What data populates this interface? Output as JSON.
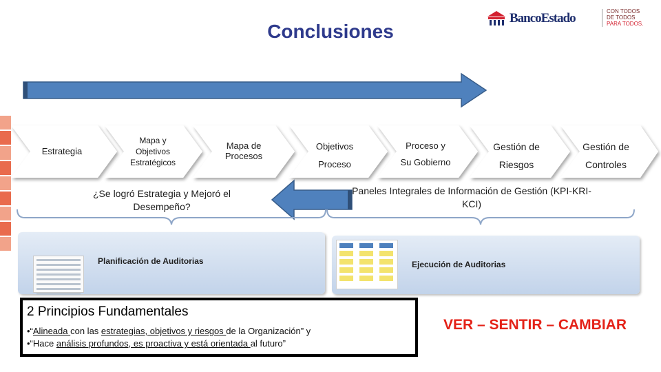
{
  "slide": {
    "title": "Conclusiones"
  },
  "logo": {
    "name": "BancoEstado",
    "tagline": [
      "CON TODOS",
      "DE TODOS",
      "PARA TODOS."
    ]
  },
  "process_steps": [
    {
      "lines": [
        "Estrategia"
      ]
    },
    {
      "lines": [
        "Mapa y",
        "Objetivos",
        "Estratégicos"
      ]
    },
    {
      "lines": [
        "Mapa de",
        "Procesos"
      ]
    },
    {
      "lines": [
        "Objetivos",
        "Proceso"
      ]
    },
    {
      "lines": [
        "Proceso y",
        "Su Gobierno"
      ]
    },
    {
      "lines": [
        "Gestión de",
        "Riesgos"
      ]
    },
    {
      "lines": [
        "Gestión de",
        "Controles"
      ]
    }
  ],
  "question": "¿Se logró Estrategia y Mejoró el Desempeño?",
  "paneles": "Paneles Integrales de Información de Gestión (KPI-KRI-KCI)",
  "planificacion_label": "Planificación de Auditorias",
  "ejecucion_label": "Ejecución de Auditorias",
  "principles": {
    "heading": "2 Principios Fundamentales",
    "line1": {
      "bullet": "•“",
      "u1": "Alineada ",
      "t1": "con las ",
      "u2": "estrategias, objetivos y riesgos ",
      "t2": "de la Organización” y"
    },
    "line2": {
      "bullet": "•“Hace ",
      "u1": "análisis profundos, es proactiva y está orientada ",
      "t1": "al futuro”"
    }
  },
  "motto": "VER – SENTIR – CAMBIAR",
  "colors": {
    "title": "#2e3a8c",
    "arrow": "#4f81bd",
    "motto": "#e42218",
    "chevron_light": "#ffffff",
    "chevron_gray": "#d9d9d9"
  }
}
